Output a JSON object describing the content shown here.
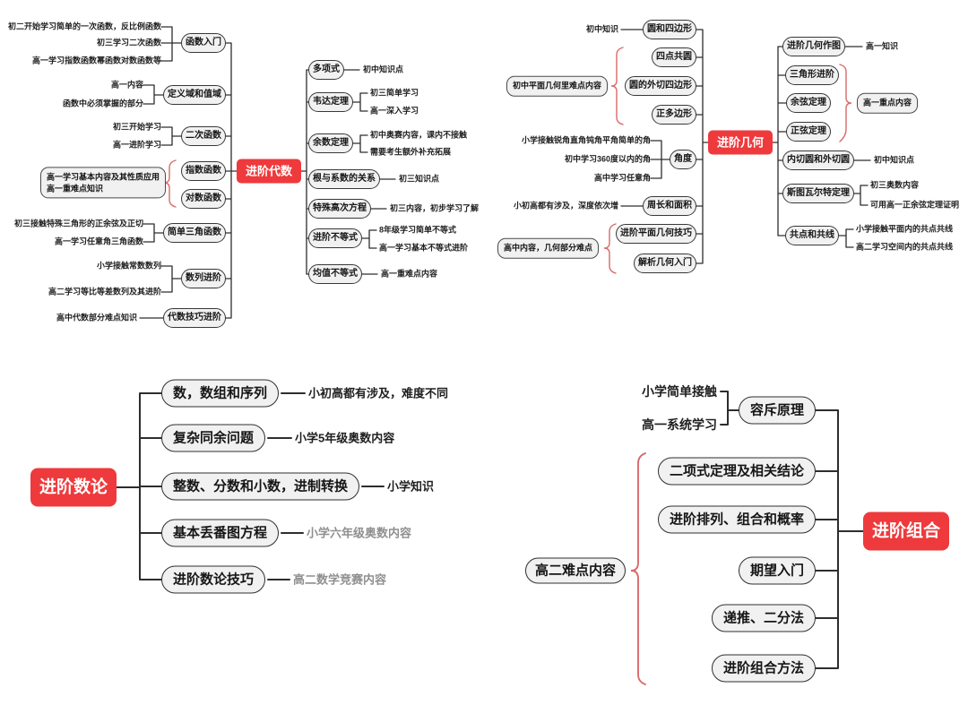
{
  "algebra": {
    "center": "进阶代数",
    "left": [
      {
        "label": "函数入门",
        "notes": [
          "初二开始学习简单的一次函数，反比例函数",
          "初三学习二次函数",
          "高一学习指数函数幂函数对数函数等"
        ]
      },
      {
        "label": "定义域和值域",
        "notes": [
          "高一内容",
          "函数中必须掌握的部分"
        ]
      },
      {
        "label": "二次函数",
        "notes": [
          "初三开始学习",
          "高一进阶学习"
        ]
      },
      {
        "label": "指数函数",
        "notes": []
      },
      {
        "label": "对数函数",
        "notes": []
      },
      {
        "label": "简单三角函数",
        "notes": [
          "初三接触特殊三角形的正余弦及正切",
          "高一学习任意角三角函数"
        ]
      },
      {
        "label": "数列进阶",
        "notes": [
          "小学接触常数数列",
          "高二学习等比等差数列及其进阶"
        ]
      },
      {
        "label": "代数技巧进阶",
        "notes": [
          "高中代数部分难点知识"
        ]
      }
    ],
    "summary": {
      "line1": "高一学习基本内容及其性质应用",
      "line2": "高一重难点知识"
    },
    "right": [
      {
        "label": "多项式",
        "notes": [
          "初中知识点"
        ]
      },
      {
        "label": "韦达定理",
        "notes": [
          "初三简单学习",
          "高一深入学习"
        ]
      },
      {
        "label": "余数定理",
        "notes": [
          "初中奥赛内容，课内不接触",
          "需要考生额外补充拓展"
        ]
      },
      {
        "label": "根与系数的关系",
        "notes": [
          "初三知识点"
        ]
      },
      {
        "label": "特殊高次方程",
        "notes": [
          "初三内容，初步学习了解"
        ]
      },
      {
        "label": "进阶不等式",
        "notes": [
          "8年级学习简单不等式",
          "高一学习基本不等式进阶"
        ]
      },
      {
        "label": "均值不等式",
        "notes": [
          "高一重难点内容"
        ]
      }
    ]
  },
  "geometry": {
    "center": "进阶几何",
    "left": [
      {
        "label": "圆和四边形",
        "notes": [
          "初中知识"
        ]
      },
      {
        "label": "四点共圆",
        "notes": []
      },
      {
        "label": "圆的外切四边形",
        "notes": []
      },
      {
        "label": "正多边形",
        "notes": []
      },
      {
        "label": "角度",
        "notes": [
          "小学接触锐角直角钝角平角简单的角",
          "初中学习360度以内的角",
          "高中学习任意角"
        ]
      },
      {
        "label": "周长和面积",
        "notes": [
          "小初高都有涉及，深度依次增"
        ]
      },
      {
        "label": "进阶平面几何技巧",
        "notes": []
      },
      {
        "label": "解析几何入门",
        "notes": []
      }
    ],
    "summaries": {
      "plane": "初中平面几何里难点内容",
      "senior": "高中内容，几何部分难点",
      "key": "高一重点内容"
    },
    "right": [
      {
        "label": "进阶几何作图",
        "notes": [
          "高一知识"
        ]
      },
      {
        "label": "三角形进阶",
        "notes": []
      },
      {
        "label": "余弦定理",
        "notes": []
      },
      {
        "label": "正弦定理",
        "notes": []
      },
      {
        "label": "内切圆和外切圆",
        "notes": [
          "初中知识点"
        ]
      },
      {
        "label": "斯图瓦尔特定理",
        "notes": [
          "初三奥数内容",
          "可用高一正余弦定理证明"
        ]
      },
      {
        "label": "共点和共线",
        "notes": [
          "小学接触平面内的共点共线",
          "高二学习空间内的共点共线"
        ]
      }
    ]
  },
  "number_theory": {
    "center": "进阶数论",
    "topics": [
      {
        "label": "数，数组和序列",
        "note": "小初高都有涉及，难度不同"
      },
      {
        "label": "复杂同余问题",
        "note": "小学5年级奥数内容"
      },
      {
        "label": "整数、分数和小数，进制转换",
        "note": "小学知识"
      },
      {
        "label": "基本丢番图方程",
        "note": "小学六年级奥数内容"
      },
      {
        "label": "进阶数论技巧",
        "note": "高二数学竞赛内容"
      }
    ]
  },
  "combinatorics": {
    "center": "进阶组合",
    "topics": [
      "容斥原理",
      "二项式定理及相关结论",
      "进阶排列、组合和概率",
      "期望入门",
      "递推、二分法",
      "进阶组合方法"
    ],
    "notes": [
      "小学简单接触",
      "高一系统学习"
    ],
    "summary": "高二难点内容"
  }
}
